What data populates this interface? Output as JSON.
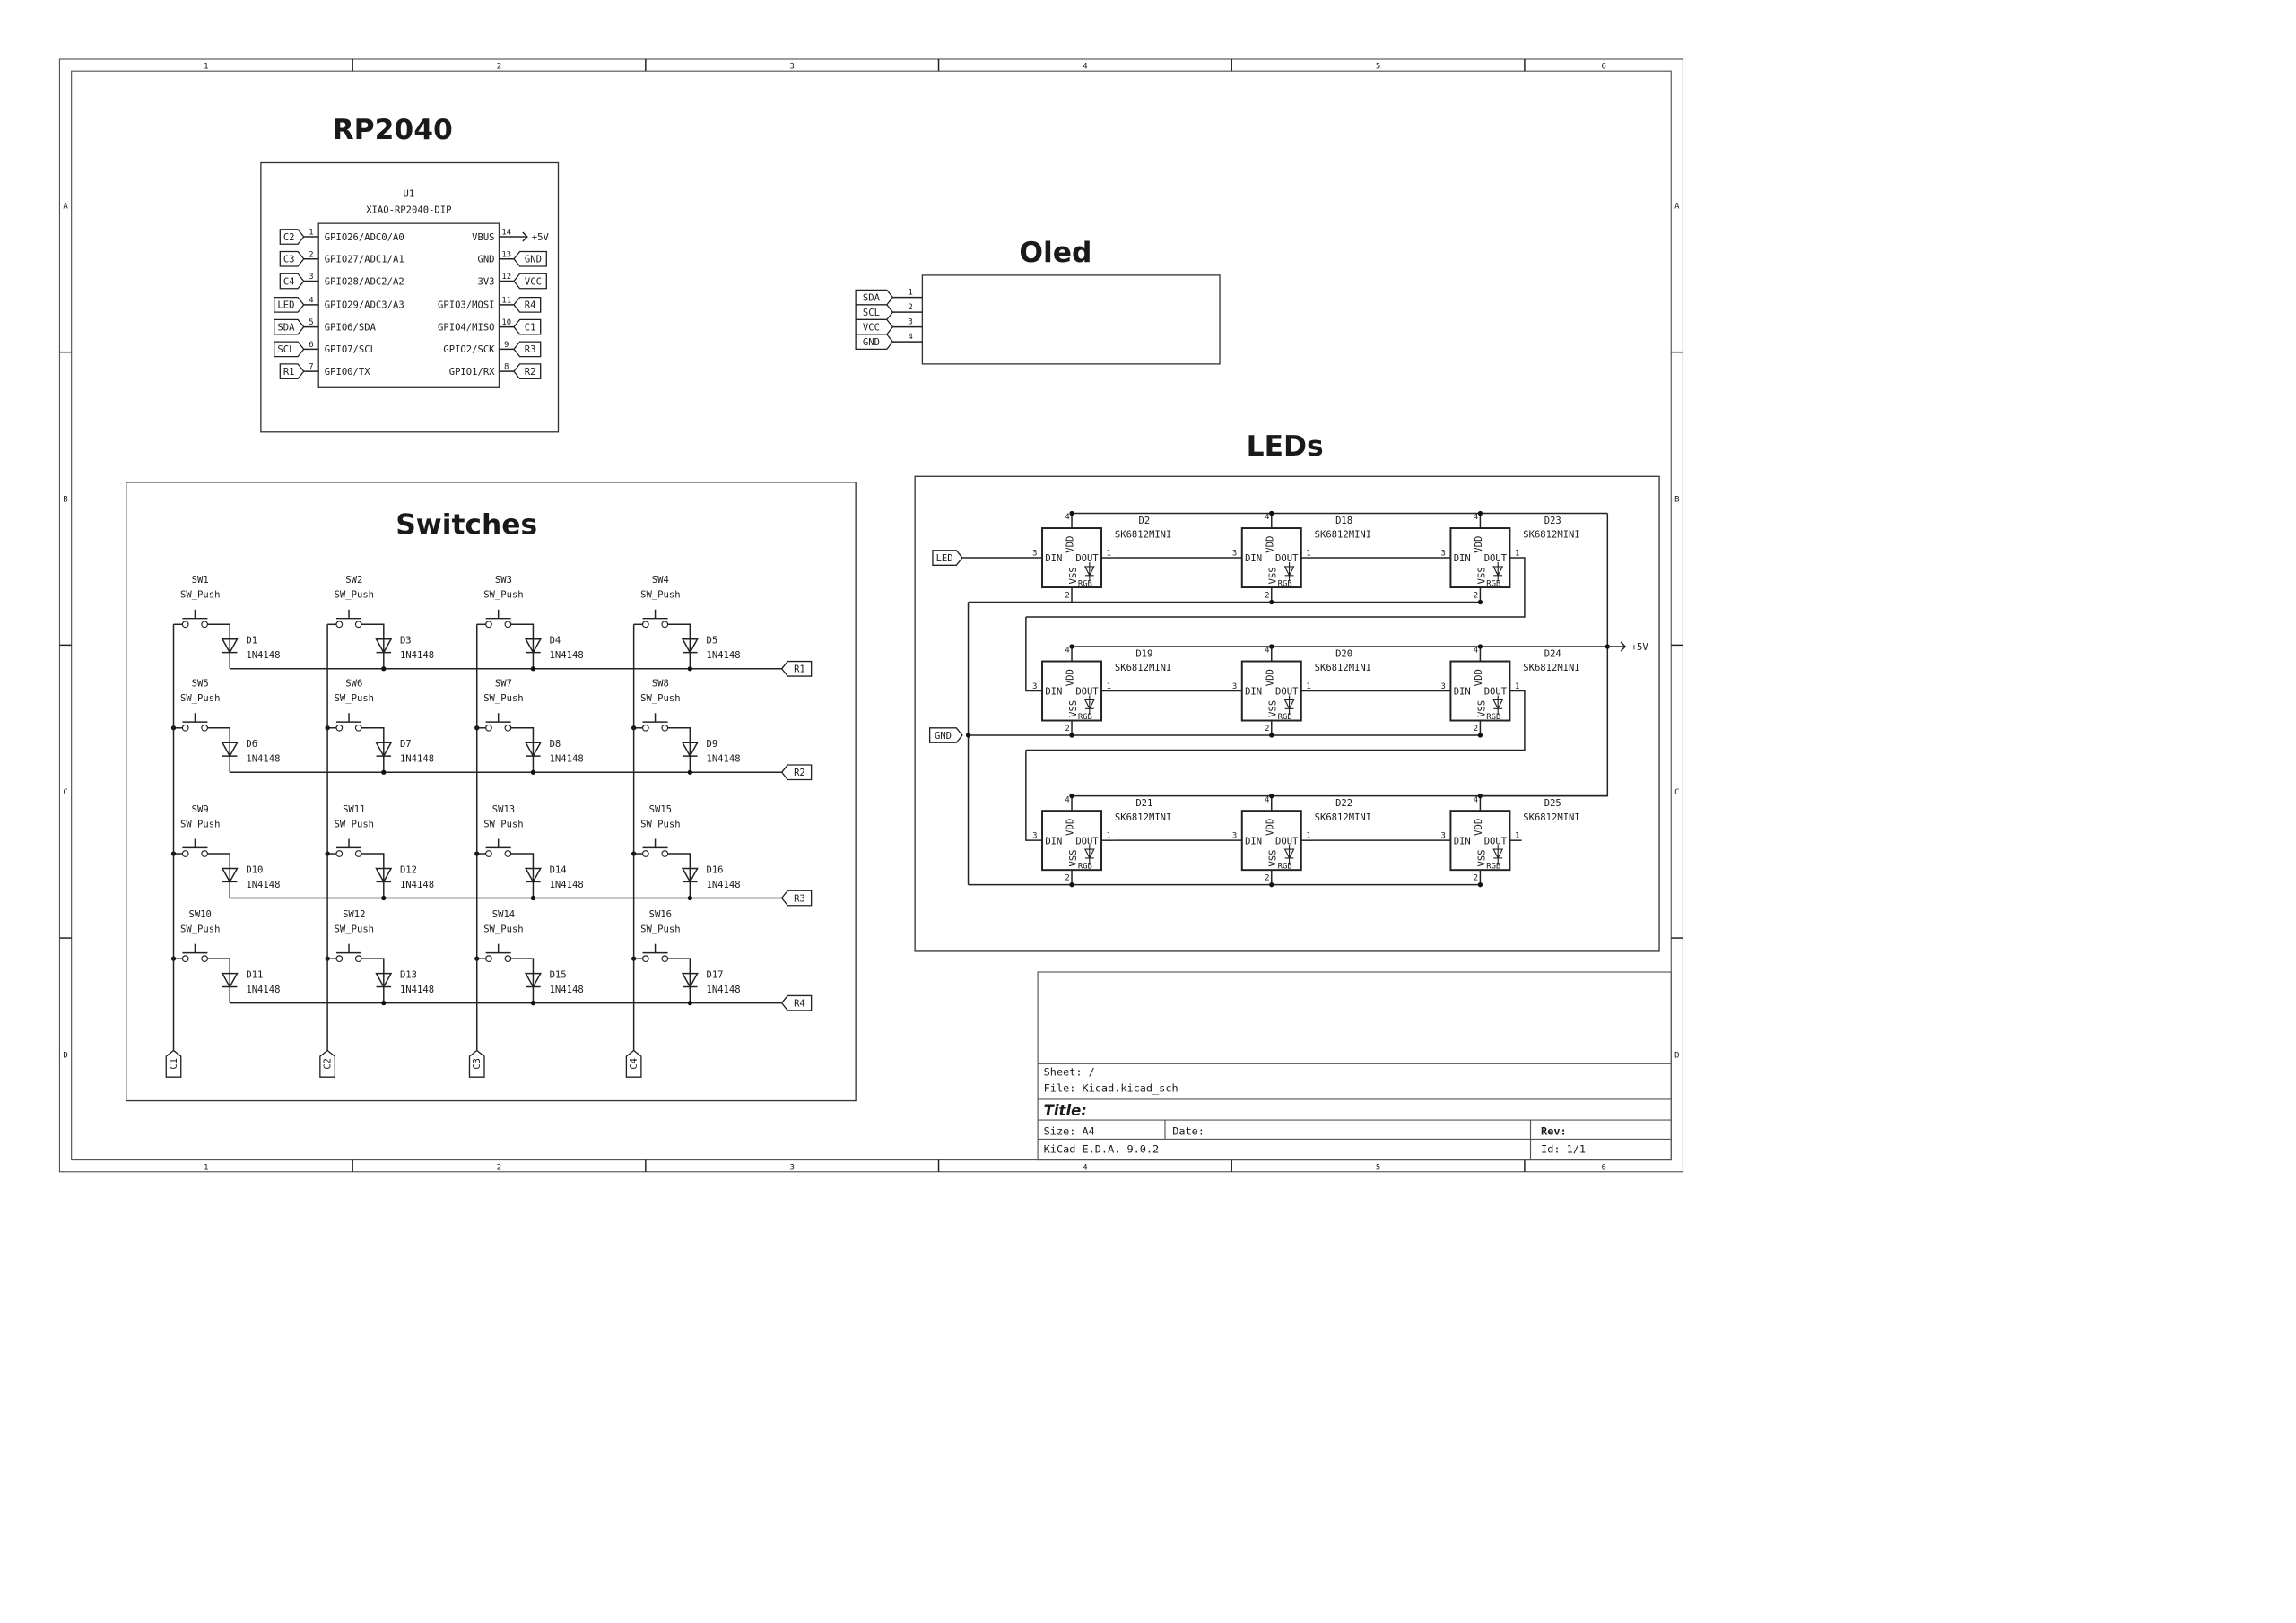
{
  "frame": {
    "columns": [
      "1",
      "2",
      "3",
      "4",
      "5",
      "6"
    ],
    "rows": [
      "A",
      "B",
      "C",
      "D"
    ]
  },
  "rp2040": {
    "title": "RP2040",
    "ref": "U1",
    "value": "XIAO-RP2040-DIP",
    "left_pins": [
      {
        "num": "1",
        "name": "GPIO26/ADC0/A0",
        "label": "C2"
      },
      {
        "num": "2",
        "name": "GPIO27/ADC1/A1",
        "label": "C3"
      },
      {
        "num": "3",
        "name": "GPIO28/ADC2/A2",
        "label": "C4"
      },
      {
        "num": "4",
        "name": "GPIO29/ADC3/A3",
        "label": "LED"
      },
      {
        "num": "5",
        "name": "GPIO6/SDA",
        "label": "SDA"
      },
      {
        "num": "6",
        "name": "GPIO7/SCL",
        "label": "SCL"
      },
      {
        "num": "7",
        "name": "GPIO0/TX",
        "label": "R1"
      }
    ],
    "right_pins": [
      {
        "num": "14",
        "name": "VBUS",
        "label": "+5V"
      },
      {
        "num": "13",
        "name": "GND",
        "label": "GND"
      },
      {
        "num": "12",
        "name": "3V3",
        "label": "VCC"
      },
      {
        "num": "11",
        "name": "GPIO3/MOSI",
        "label": "R4"
      },
      {
        "num": "10",
        "name": "GPIO4/MISO",
        "label": "C1"
      },
      {
        "num": "9",
        "name": "GPIO2/SCK",
        "label": "R3"
      },
      {
        "num": "8",
        "name": "GPIO1/RX",
        "label": "R2"
      }
    ]
  },
  "oled": {
    "title": "Oled",
    "pins": [
      {
        "num": "1",
        "label": "SDA"
      },
      {
        "num": "2",
        "label": "SCL"
      },
      {
        "num": "3",
        "label": "VCC"
      },
      {
        "num": "4",
        "label": "GND"
      }
    ]
  },
  "leds": {
    "title": "LEDs",
    "input_label": "LED",
    "gnd_label": "GND",
    "power_label": "+5V",
    "value": "SK6812MINI",
    "pin_names": {
      "din": "DIN",
      "dout": "DOUT",
      "vdd": "VDD",
      "vss": "VSS",
      "rgb": "RGB"
    },
    "pin_nums": {
      "din": "3",
      "dout": "1",
      "vdd": "4",
      "vss": "2"
    },
    "rows": [
      [
        "D2",
        "D18",
        "D23"
      ],
      [
        "D19",
        "D20",
        "D24"
      ],
      [
        "D21",
        "D22",
        "D25"
      ]
    ]
  },
  "switches": {
    "title": "Switches",
    "switch_value": "SW_Push",
    "diode_value": "1N4148",
    "column_labels": [
      "C1",
      "C2",
      "C3",
      "C4"
    ],
    "row_labels": [
      "R1",
      "R2",
      "R3",
      "R4"
    ],
    "grid": [
      [
        {
          "sw": "SW1",
          "d": "D1"
        },
        {
          "sw": "SW2",
          "d": "D3"
        },
        {
          "sw": "SW3",
          "d": "D4"
        },
        {
          "sw": "SW4",
          "d": "D5"
        }
      ],
      [
        {
          "sw": "SW5",
          "d": "D6"
        },
        {
          "sw": "SW6",
          "d": "D7"
        },
        {
          "sw": "SW7",
          "d": "D8"
        },
        {
          "sw": "SW8",
          "d": "D9"
        }
      ],
      [
        {
          "sw": "SW9",
          "d": "D10"
        },
        {
          "sw": "SW11",
          "d": "D12"
        },
        {
          "sw": "SW13",
          "d": "D14"
        },
        {
          "sw": "SW15",
          "d": "D16"
        }
      ],
      [
        {
          "sw": "SW10",
          "d": "D11"
        },
        {
          "sw": "SW12",
          "d": "D13"
        },
        {
          "sw": "SW14",
          "d": "D15"
        },
        {
          "sw": "SW16",
          "d": "D17"
        }
      ]
    ]
  },
  "title_block": {
    "sheet": "Sheet: /",
    "file": "File: Kicad.kicad_sch",
    "title": "Title:",
    "size": "Size: A4",
    "date": "Date:",
    "rev": "Rev:",
    "tool": "KiCad E.D.A. 9.0.2",
    "id": "Id: 1/1"
  }
}
